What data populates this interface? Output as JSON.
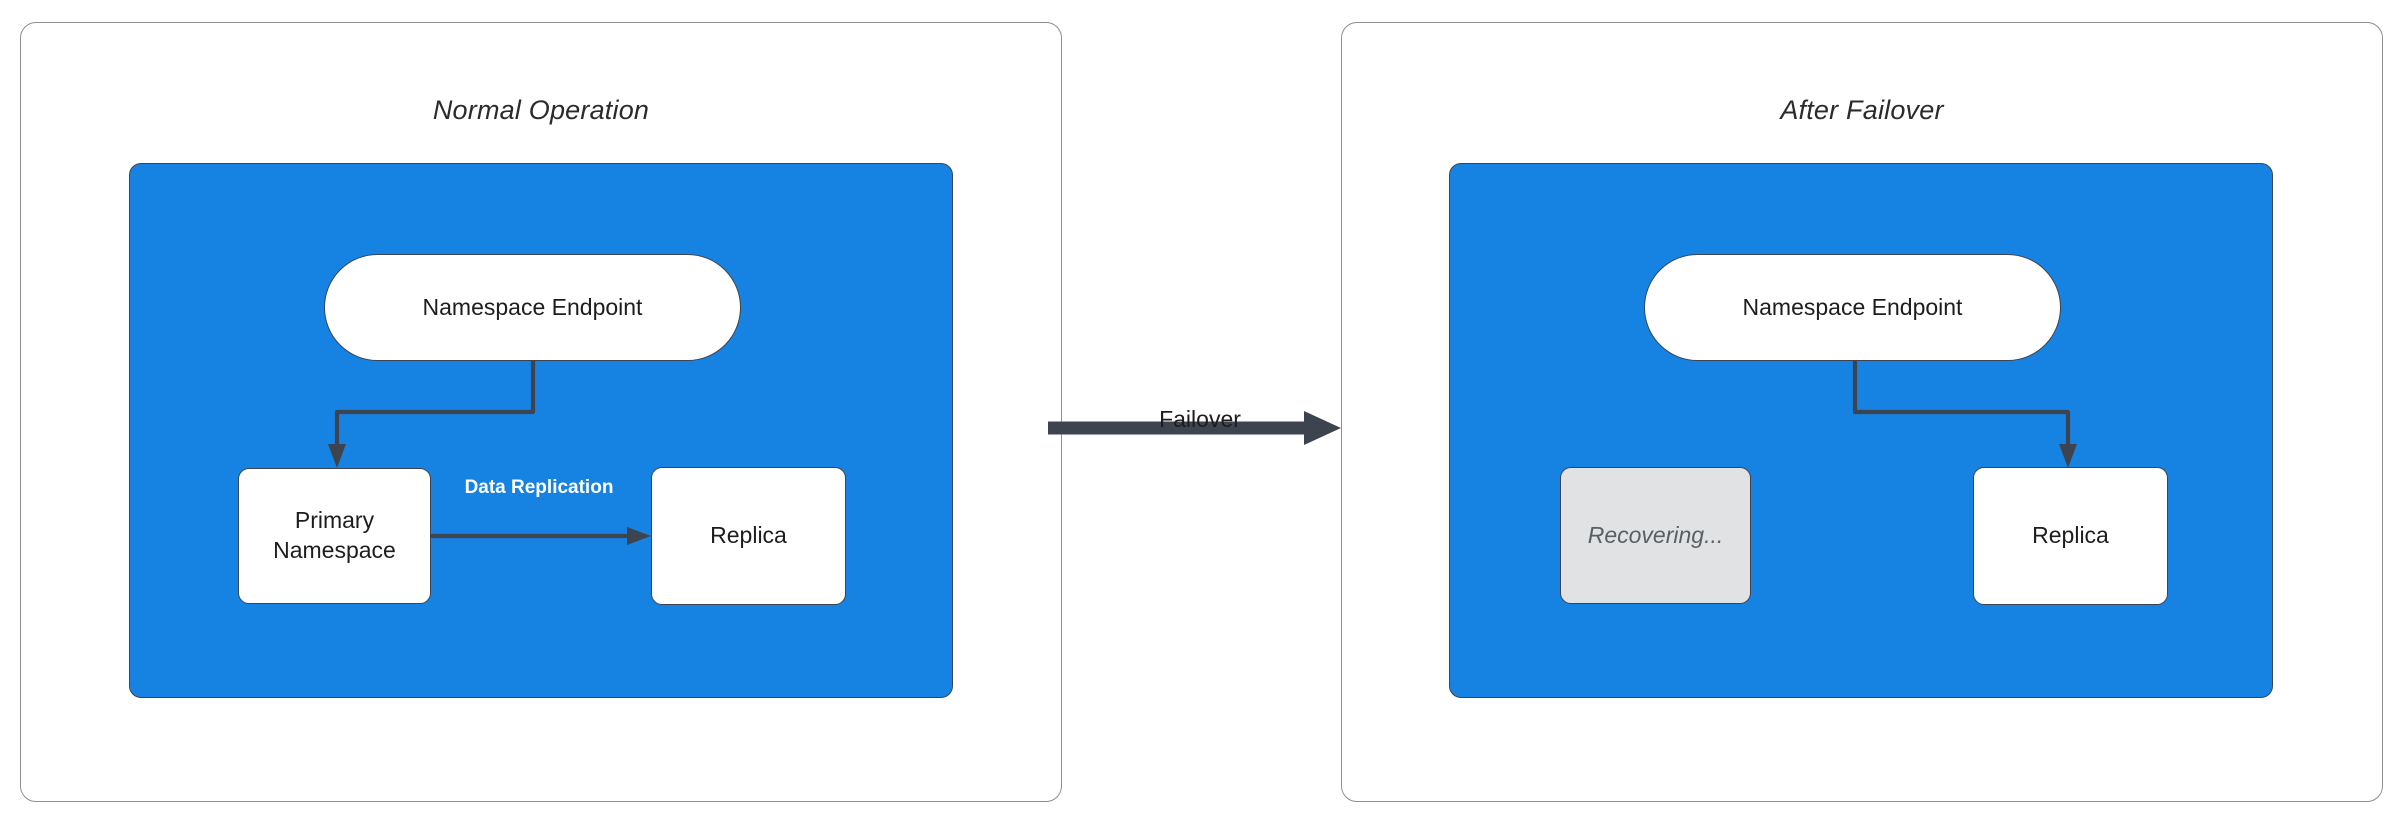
{
  "diagram": {
    "title": "Namespace failover comparison",
    "colors": {
      "zone_fill": "#1683e3",
      "node_stroke": "#3d4450",
      "node_fill": "#ffffff",
      "muted_fill": "#e0e2e4",
      "muted_text": "#5a5f66",
      "panel_border": "#8e8e8e",
      "edge_label_text": "#ffffff"
    },
    "panels": [
      {
        "id": "normal-operation",
        "title": "Normal Operation",
        "nodes": [
          {
            "id": "endpoint",
            "label": "Namespace Endpoint",
            "shape": "pill",
            "state": "active"
          },
          {
            "id": "primary",
            "label": "Primary\nNamespace",
            "line1": "Primary",
            "line2": "Namespace",
            "shape": "box",
            "state": "active"
          },
          {
            "id": "replica",
            "label": "Replica",
            "shape": "box",
            "state": "active"
          }
        ],
        "edges": [
          {
            "from": "endpoint",
            "to": "primary",
            "label": ""
          },
          {
            "from": "primary",
            "to": "replica",
            "label": "Data Replication"
          }
        ]
      },
      {
        "id": "after-failover",
        "title": "After Failover",
        "nodes": [
          {
            "id": "endpoint",
            "label": "Namespace Endpoint",
            "shape": "pill",
            "state": "active"
          },
          {
            "id": "recovering",
            "label": "Recovering...",
            "shape": "box",
            "state": "muted"
          },
          {
            "id": "replica",
            "label": "Replica",
            "shape": "box",
            "state": "active"
          }
        ],
        "edges": [
          {
            "from": "endpoint",
            "to": "replica",
            "label": ""
          }
        ]
      }
    ],
    "transition": {
      "label": "Failover",
      "direction": "left-to-right"
    }
  }
}
